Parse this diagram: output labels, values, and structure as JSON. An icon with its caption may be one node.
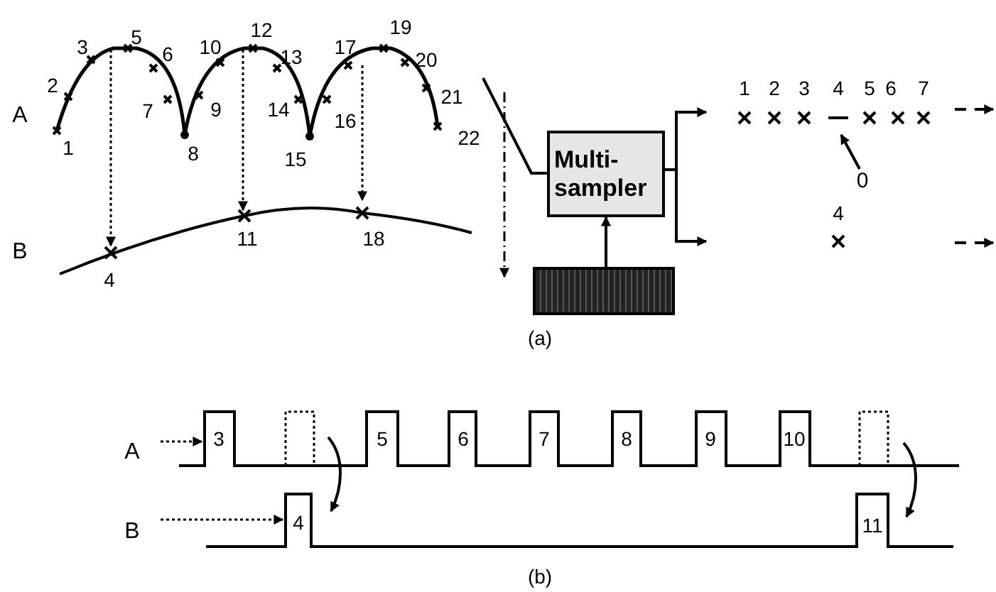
{
  "diagram": {
    "nodes": [
      {
        "text": [
          "Multi- sampler"
        ]
      },
      {
        "text": [],
        "shape": "box"
      },
      {
        "text": [
          "0"
        ]
      }
    ],
    "edges": [
      {
        "from": 1,
        "to": 0,
        "arrow": "to"
      },
      {
        "from": 0,
        "to": null,
        "arrow": "to"
      },
      {
        "from": 0,
        "to": null,
        "arrow": "to"
      },
      {
        "from": null,
        "to": 0,
        "arrow": "none"
      },
      {
        "from": 2,
        "to": null,
        "arrow": "to"
      }
    ],
    "labels": [
      "1",
      "2",
      "3",
      "5",
      "6",
      "7",
      "8",
      "9",
      "10",
      "12",
      "13",
      "14",
      "15",
      "16",
      "17",
      "19",
      "20",
      "21",
      "22",
      "A",
      "B",
      "4",
      "11",
      "18",
      "1",
      "2",
      "3",
      "4",
      "5",
      "6",
      "7",
      "4",
      "(a)",
      "A",
      "B",
      "3",
      "5",
      "6",
      "7",
      "8",
      "9",
      "10",
      "4",
      "11",
      "(b)"
    ]
  }
}
